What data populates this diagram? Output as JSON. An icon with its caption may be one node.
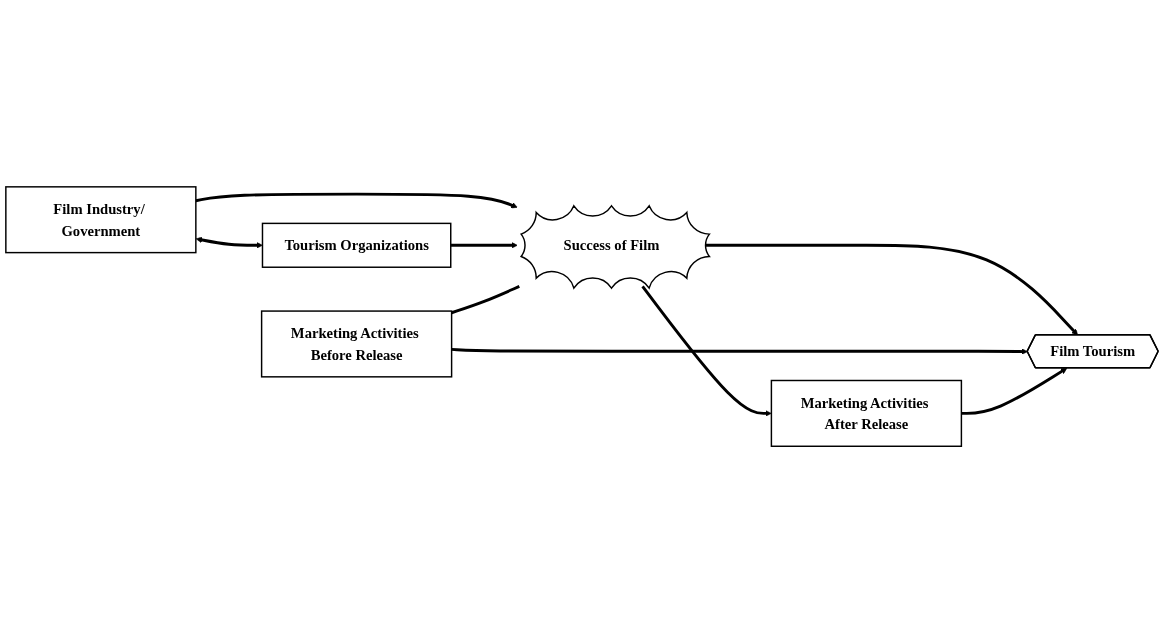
{
  "diagram": {
    "nodes": [
      {
        "text": [
          "Film Industry/ Government"
        ]
      },
      {
        "text": [
          "Tourism Organizations"
        ]
      },
      {
        "text": [
          "Marketing Activities Before Release"
        ]
      },
      {
        "text": [
          "Success of Film"
        ]
      },
      {
        "text": [
          "Marketing Activities After Release"
        ]
      },
      {
        "text": [
          "Film Tourism"
        ]
      }
    ],
    "edges": [
      {
        "from": 0,
        "to": 1,
        "arrow": "both"
      },
      {
        "from": 0,
        "to": 3,
        "arrow": "to"
      },
      {
        "from": 1,
        "to": 3,
        "arrow": "to"
      },
      {
        "from": 2,
        "to": 3,
        "arrow": "none"
      },
      {
        "from": 3,
        "to": 4,
        "arrow": "to"
      },
      {
        "from": 3,
        "to": 5,
        "arrow": "to"
      },
      {
        "from": 2,
        "to": 5,
        "arrow": "to"
      },
      {
        "from": 4,
        "to": 5,
        "arrow": "to"
      }
    ]
  }
}
